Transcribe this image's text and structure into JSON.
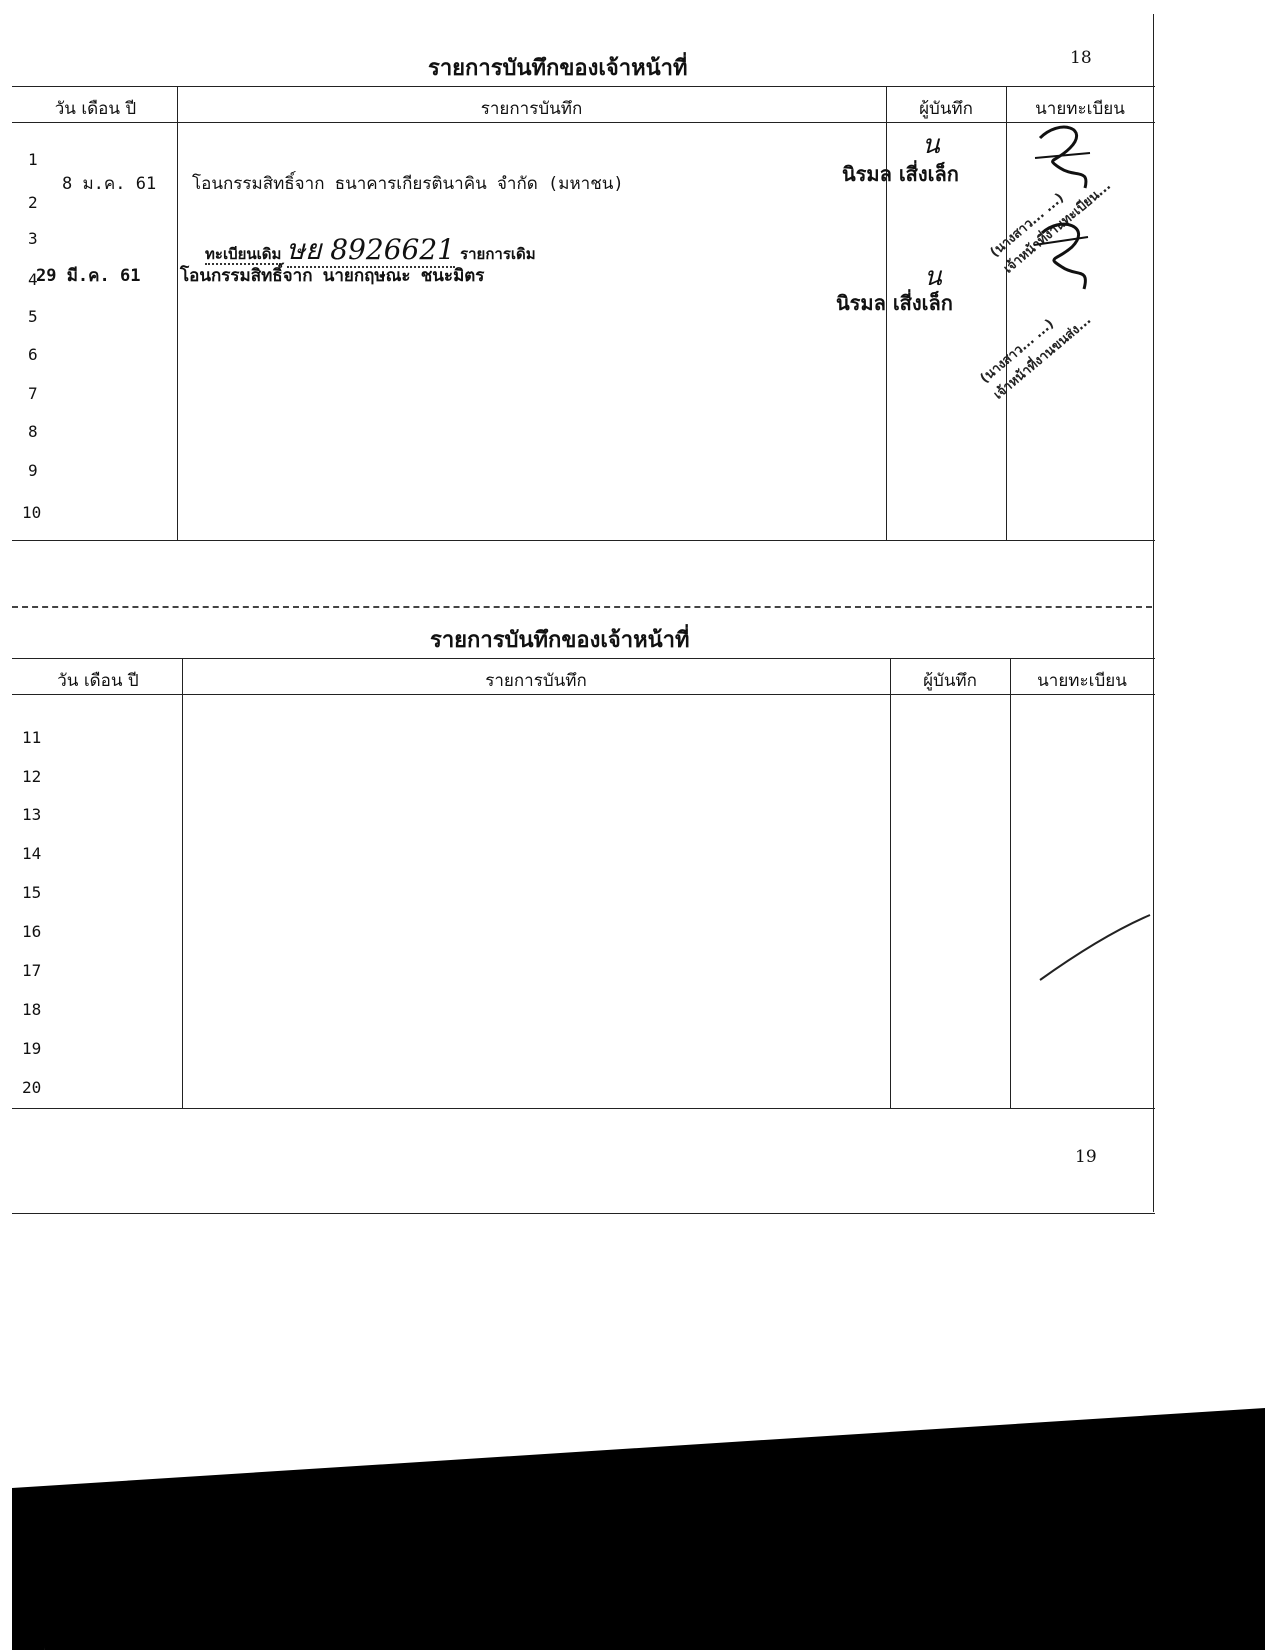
{
  "top_section": {
    "title": "รายการบันทึกของเจ้าหน้าที่",
    "page_number": "18",
    "headers": {
      "date": "วัน เดือน ปี",
      "entry": "รายการบันทึก",
      "recorder": "ผู้บันทึก",
      "registrar": "นายทะเบียน"
    },
    "row_numbers": [
      "1",
      "2",
      "3",
      "4",
      "5",
      "6",
      "7",
      "8",
      "9",
      "10"
    ],
    "entries": [
      {
        "date": "8 ม.ค. 61",
        "text": "โอนกรรมสิทธิ์จาก ธนาคารเกียรตินาคิน จำกัด (มหาชน)",
        "recorder": "นิรมล เสี่งเล็ก",
        "recorder_initials": "น",
        "registrar_stamp_line1": "(นางสาว... ...)",
        "registrar_stamp_line2": "เจ้าหน้าที่งานทะเบียน..."
      },
      {
        "date": "29 มี.ค. 61",
        "text": "โอนกรรมสิทธิ์จาก นายกฤษณะ ชนะมิตร",
        "recorder": "นิรมล เสี่งเล็ก",
        "recorder_initials": "น",
        "registrar_stamp_line1": "(นางสาว... ...)",
        "registrar_stamp_line2": "เจ้าหน้าที่งานขนส่ง..."
      }
    ],
    "old_plate_prefix": "ทะเบียนเดิม",
    "old_plate_handwritten": "ษย 8926621",
    "old_plate_suffix": "รายการเดิม"
  },
  "bottom_section": {
    "title": "รายการบันทึกของเจ้าหน้าที่",
    "page_number": "19",
    "headers": {
      "date": "วัน เดือน ปี",
      "entry": "รายการบันทึก",
      "recorder": "ผู้บันทึก",
      "registrar": "นายทะเบียน"
    },
    "row_numbers": [
      "11",
      "12",
      "13",
      "14",
      "15",
      "16",
      "17",
      "18",
      "19",
      "20"
    ]
  },
  "colors": {
    "ink": "#111111",
    "scan_black": "#000000",
    "paper": "#ffffff"
  }
}
